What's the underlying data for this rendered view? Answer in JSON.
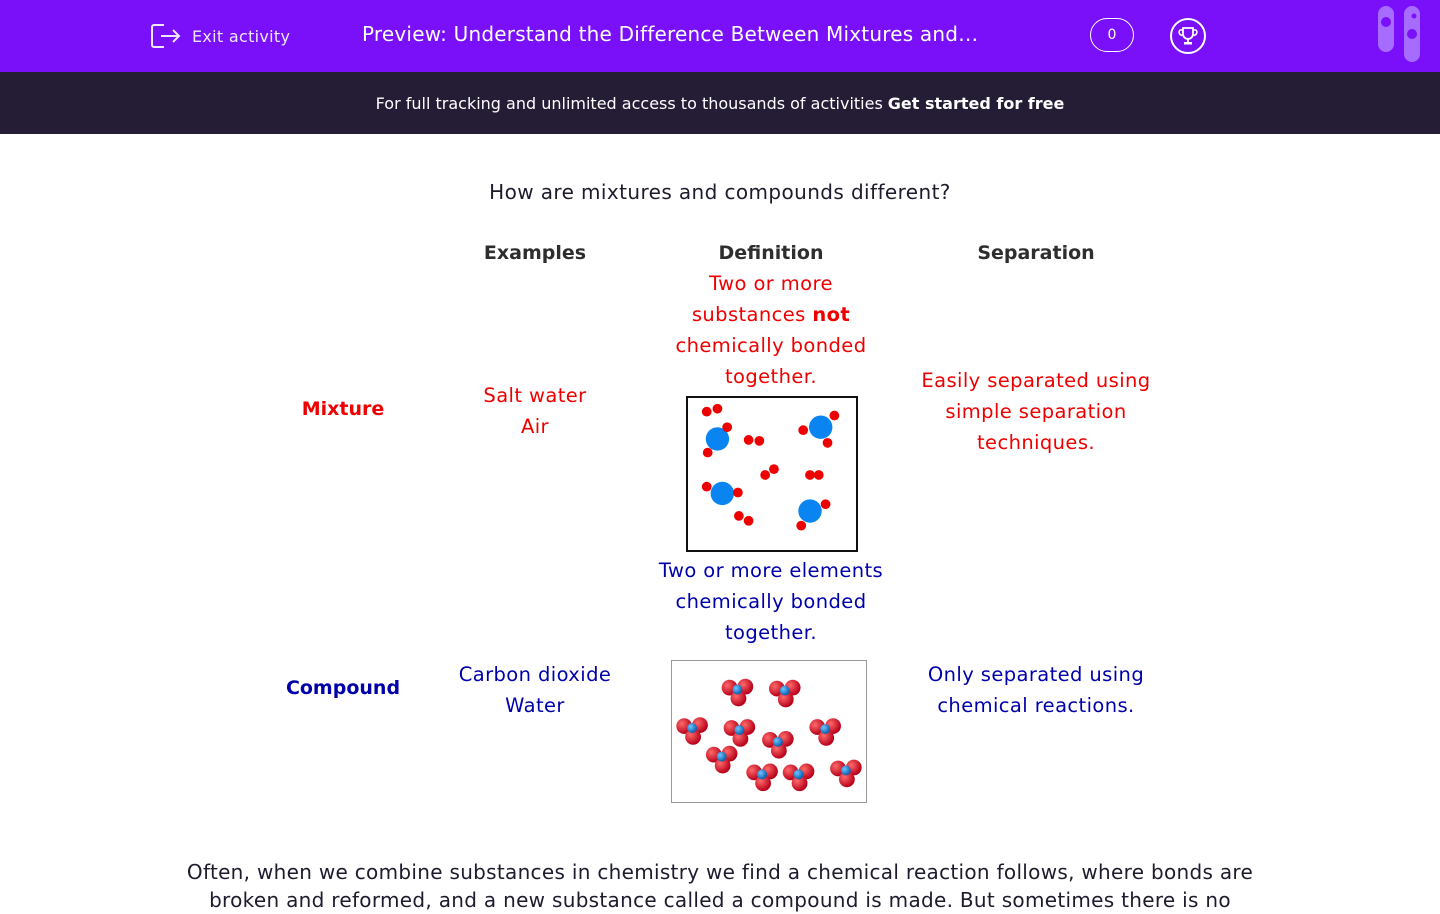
{
  "topbar": {
    "exit_label": "Exit activity",
    "title": "Preview: Understand the Difference Between Mixtures and…",
    "score": "0"
  },
  "promo": {
    "text": "For full tracking and unlimited access to thousands of activities",
    "cta": "Get started for free"
  },
  "question": "How are mixtures and compounds different?",
  "table": {
    "headers": {
      "examples": "Examples",
      "definition": "Definition",
      "separation": "Separation"
    },
    "mixture": {
      "label": "Mixture",
      "examples": [
        "Salt water",
        "Air"
      ],
      "definition_before": "Two or more substances ",
      "definition_bold": "not",
      "definition_after": " chemically bonded together.",
      "separation": "Easily separated using simple separation techniques."
    },
    "compound": {
      "label": "Compound",
      "examples": [
        "Carbon dioxide",
        "Water"
      ],
      "definition": "Two or more elements chemically bonded together.",
      "separation": "Only separated using chemical reactions."
    }
  },
  "paragraph": "Often, when we combine substances in chemistry we find a chemical reaction follows, where bonds are broken and reformed, and a new substance called a compound is made. But sometimes there is no",
  "colors": {
    "brand": "#7a0ff9",
    "promo_bg": "#251d36",
    "mixture": "#ee0000",
    "compound": "#0000aa"
  }
}
